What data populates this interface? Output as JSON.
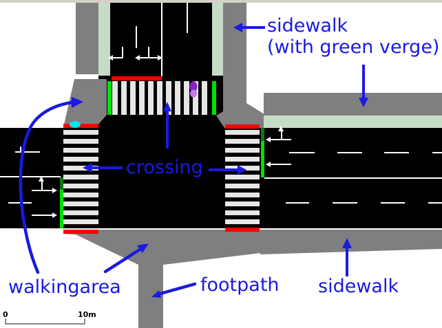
{
  "annotations": {
    "sidewalk_top": {
      "label": "sidewalk",
      "note": "(with green verge)"
    },
    "crossing": {
      "label": "crossing"
    },
    "walkingarea": {
      "label": "walkingarea"
    },
    "footpath": {
      "label": "footpath"
    },
    "sidewalk_bottom": {
      "label": "sidewalk"
    }
  },
  "scale_bar": {
    "start": "0",
    "end": "10m"
  },
  "colors": {
    "annotation_blue": "#1a1ae0",
    "road_black": "#000000",
    "walkway_gray": "#7f7f7f",
    "green_verge": "#c6dcc6",
    "signal_green": "#00e000",
    "signal_green_dark": "#117711",
    "signal_red": "#ff0000",
    "crossing_stripe": "#e6e6e6",
    "lane_marking": "#ffffff",
    "pedestrian_cyan": "#00e6e6",
    "pedestrian_purple_dark": "#8822cc",
    "pedestrian_purple_light": "#c478ee",
    "frame_top": "#d4d0c8",
    "scale_line": "#444444",
    "scale_text": "#000000"
  }
}
